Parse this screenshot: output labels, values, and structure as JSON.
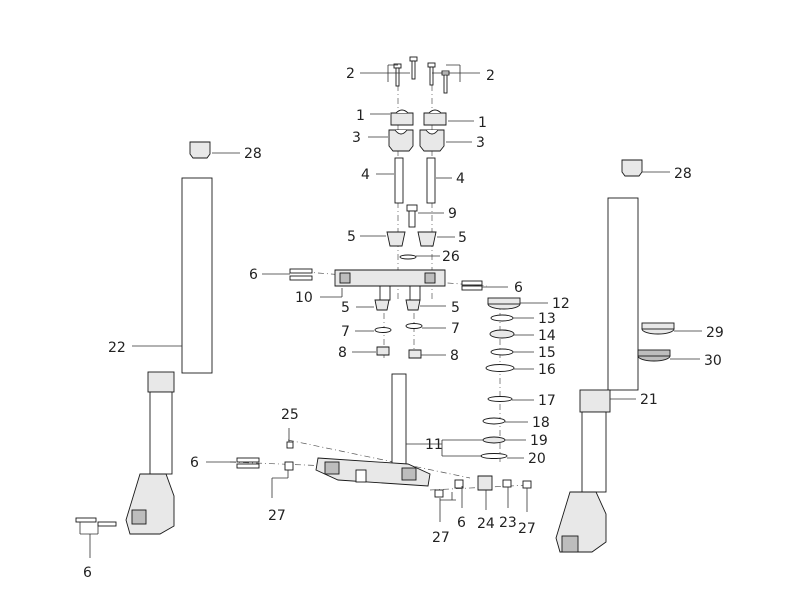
{
  "labels": [
    {
      "id": "l1",
      "text": "2"
    },
    {
      "id": "l2",
      "text": "2"
    },
    {
      "id": "l3",
      "text": "1"
    },
    {
      "id": "l4",
      "text": "1"
    },
    {
      "id": "l5",
      "text": "3"
    },
    {
      "id": "l6",
      "text": "3"
    },
    {
      "id": "l7",
      "text": "4"
    },
    {
      "id": "l8",
      "text": "4"
    },
    {
      "id": "l9",
      "text": "9"
    },
    {
      "id": "l10",
      "text": "5"
    },
    {
      "id": "l11",
      "text": "5"
    },
    {
      "id": "l12",
      "text": "26"
    },
    {
      "id": "l13",
      "text": "6"
    },
    {
      "id": "l14",
      "text": "6"
    },
    {
      "id": "l15",
      "text": "10"
    },
    {
      "id": "l16",
      "text": "12"
    },
    {
      "id": "l17",
      "text": "5"
    },
    {
      "id": "l18",
      "text": "5"
    },
    {
      "id": "l19",
      "text": "13"
    },
    {
      "id": "l20",
      "text": "7"
    },
    {
      "id": "l21",
      "text": "7"
    },
    {
      "id": "l22",
      "text": "14"
    },
    {
      "id": "l23",
      "text": "8"
    },
    {
      "id": "l24",
      "text": "8"
    },
    {
      "id": "l25",
      "text": "15"
    },
    {
      "id": "l26",
      "text": "16"
    },
    {
      "id": "l27",
      "text": "28"
    },
    {
      "id": "l28",
      "text": "28"
    },
    {
      "id": "l29",
      "text": "29"
    },
    {
      "id": "l30",
      "text": "30"
    },
    {
      "id": "l31",
      "text": "22"
    },
    {
      "id": "l32",
      "text": "21"
    },
    {
      "id": "l33",
      "text": "17"
    },
    {
      "id": "l34",
      "text": "18"
    },
    {
      "id": "l35",
      "text": "25"
    },
    {
      "id": "l36",
      "text": "11"
    },
    {
      "id": "l37",
      "text": "19"
    },
    {
      "id": "l38",
      "text": "20"
    },
    {
      "id": "l39",
      "text": "6"
    },
    {
      "id": "l40",
      "text": "27"
    },
    {
      "id": "l41",
      "text": "6"
    },
    {
      "id": "l42",
      "text": "24"
    },
    {
      "id": "l43",
      "text": "23"
    },
    {
      "id": "l44",
      "text": "27"
    },
    {
      "id": "l45",
      "text": "27"
    },
    {
      "id": "l46",
      "text": "6"
    }
  ]
}
